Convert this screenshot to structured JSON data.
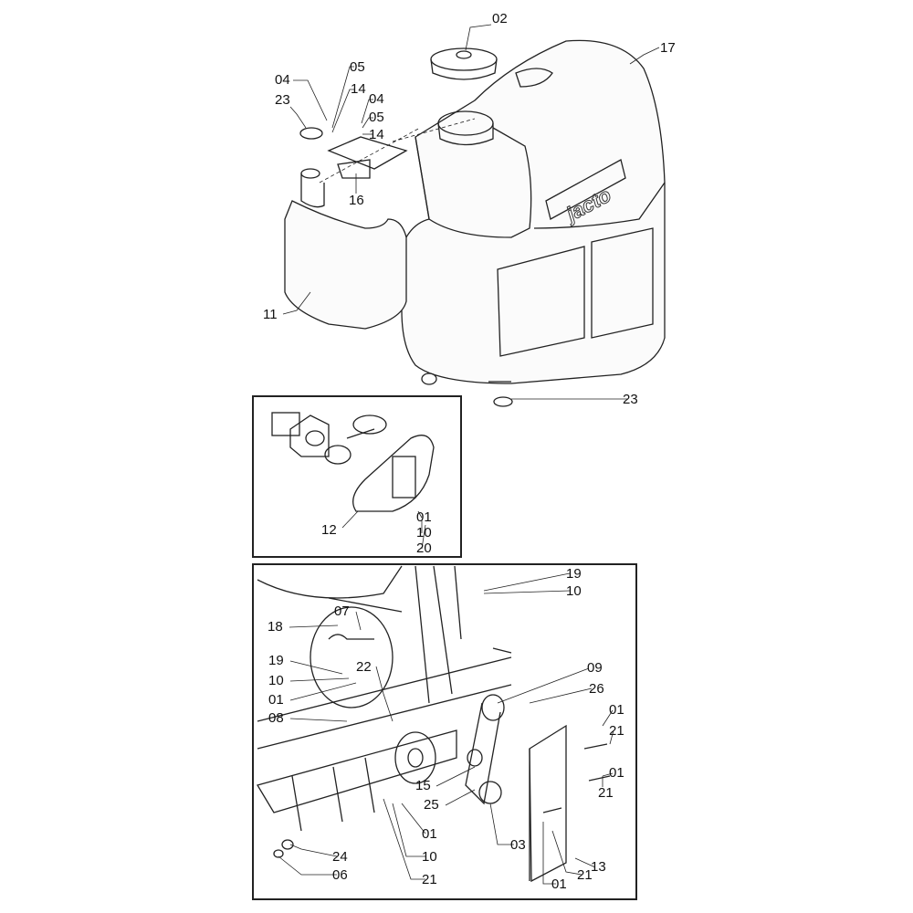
{
  "brand_logo": "jacto",
  "tank_section": {
    "callouts": [
      "02",
      "17",
      "04",
      "05",
      "14",
      "04",
      "23",
      "05",
      "14",
      "16",
      "11",
      "23"
    ]
  },
  "pump_detail_box": {
    "callouts": [
      "12",
      "01",
      "10",
      "20"
    ]
  },
  "drive_detail_box": {
    "callouts": [
      "19",
      "10",
      "07",
      "18",
      "19",
      "10",
      "22",
      "01",
      "09",
      "26",
      "08",
      "01",
      "21",
      "01",
      "15",
      "21",
      "25",
      "01",
      "03",
      "24",
      "10",
      "13",
      "06",
      "21",
      "01",
      "21"
    ]
  }
}
